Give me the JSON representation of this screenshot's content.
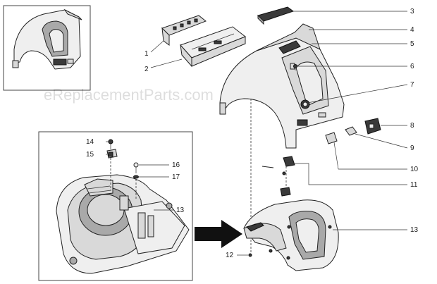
{
  "watermark": {
    "text": "eReplacementParts.com"
  },
  "callouts": [
    {
      "id": "c1",
      "number": "1"
    },
    {
      "id": "c2",
      "number": "2"
    },
    {
      "id": "c3",
      "number": "3"
    },
    {
      "id": "c4",
      "number": "4"
    },
    {
      "id": "c5",
      "number": "5"
    },
    {
      "id": "c6",
      "number": "6"
    },
    {
      "id": "c7",
      "number": "7"
    },
    {
      "id": "c8",
      "number": "8"
    },
    {
      "id": "c9",
      "number": "9"
    },
    {
      "id": "c10",
      "number": "10"
    },
    {
      "id": "c11",
      "number": "11"
    },
    {
      "id": "c12",
      "number": "12"
    },
    {
      "id": "c13a",
      "number": "13"
    },
    {
      "id": "c13b",
      "number": "13"
    },
    {
      "id": "c14",
      "number": "14"
    },
    {
      "id": "c15",
      "number": "15"
    },
    {
      "id": "c16",
      "number": "16"
    },
    {
      "id": "c17",
      "number": "17"
    }
  ],
  "colors": {
    "line": "#333333",
    "part": "#d9d9d9",
    "dark": "#3a3a3a",
    "frame": "#444444"
  }
}
